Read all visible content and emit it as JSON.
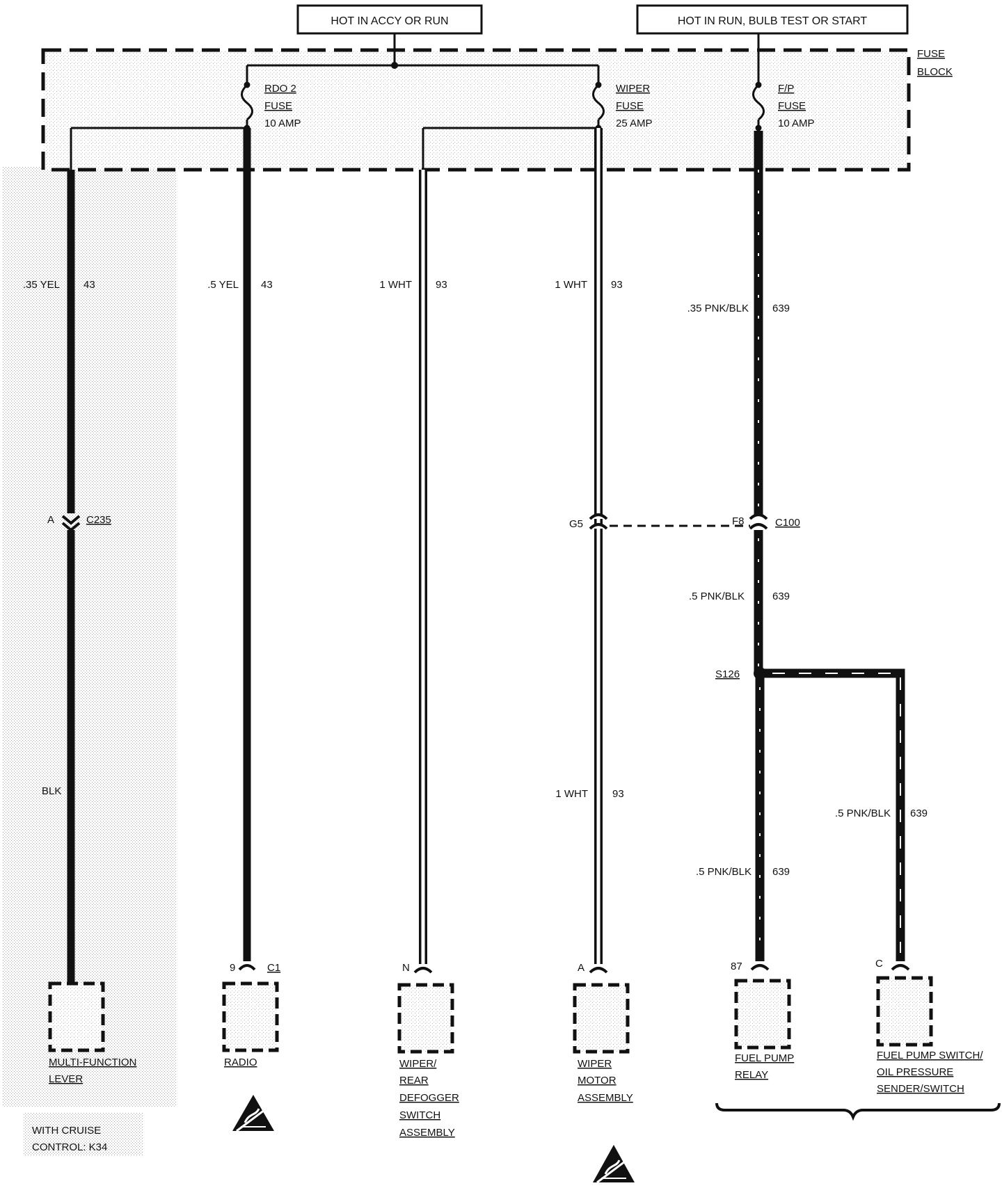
{
  "power": {
    "accy_run": "HOT IN ACCY OR RUN",
    "run_start": "HOT IN RUN, BULB TEST OR START"
  },
  "fuse_block": {
    "line1": "FUSE",
    "line2": "BLOCK"
  },
  "fuses": [
    {
      "name": "RDO 2",
      "type": "FUSE",
      "rating": "10 AMP"
    },
    {
      "name": "WIPER",
      "type": "FUSE",
      "rating": "25 AMP"
    },
    {
      "name": "F/P",
      "type": "FUSE",
      "rating": "10 AMP"
    }
  ],
  "wires": [
    {
      "gauge_color": ".35 YEL",
      "circuit": "43"
    },
    {
      "gauge_color": ".5 YEL",
      "circuit": "43"
    },
    {
      "gauge_color": "1 WHT",
      "circuit": "93"
    },
    {
      "gauge_color": "1 WHT",
      "circuit": "93"
    },
    {
      "gauge_color": ".35 PNK/BLK",
      "circuit": "639"
    },
    {
      "gauge_color": ".5 PNK/BLK",
      "circuit": "639"
    },
    {
      "gauge_color": "1 WHT",
      "circuit": "93"
    },
    {
      "gauge_color": ".5 PNK/BLK",
      "circuit": "639"
    },
    {
      "gauge_color": ".5 PNK/BLK",
      "circuit": "639"
    }
  ],
  "blk_label": "BLK",
  "connectors": {
    "c235_pin": "A",
    "c235": "C235",
    "g5": "G5",
    "f8": "F8",
    "c100": "C100",
    "s126": "S126",
    "radio_pin": "9",
    "radio_conn": "C1",
    "defogger_pin": "N",
    "wiper_motor_pin": "A",
    "relay_pin": "87",
    "switch_pin": "C"
  },
  "components": {
    "multifunction": [
      "MULTI-FUNCTION",
      "LEVER"
    ],
    "radio": [
      "RADIO"
    ],
    "defogger": [
      "WIPER/",
      "REAR",
      "DEFOGGER",
      "SWITCH",
      "ASSEMBLY"
    ],
    "wiper_motor": [
      "WIPER",
      "MOTOR",
      "ASSEMBLY"
    ],
    "relay": [
      "FUEL PUMP",
      "RELAY"
    ],
    "switch": [
      "FUEL PUMP SWITCH/",
      "OIL PRESSURE",
      "SENDER/SWITCH"
    ]
  },
  "cruise_note": [
    "WITH CRUISE",
    "CONTROL: K34"
  ]
}
